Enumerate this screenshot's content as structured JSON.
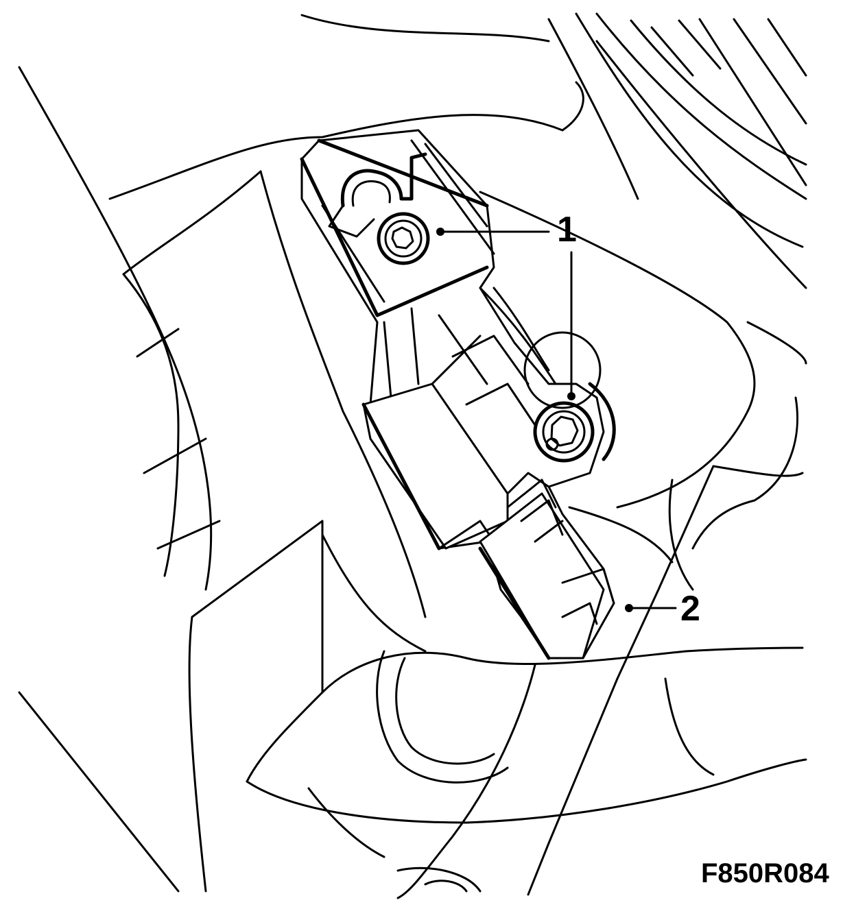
{
  "callouts": [
    {
      "label": "1"
    },
    {
      "label": "2"
    }
  ],
  "figure_ref": "F850R084"
}
